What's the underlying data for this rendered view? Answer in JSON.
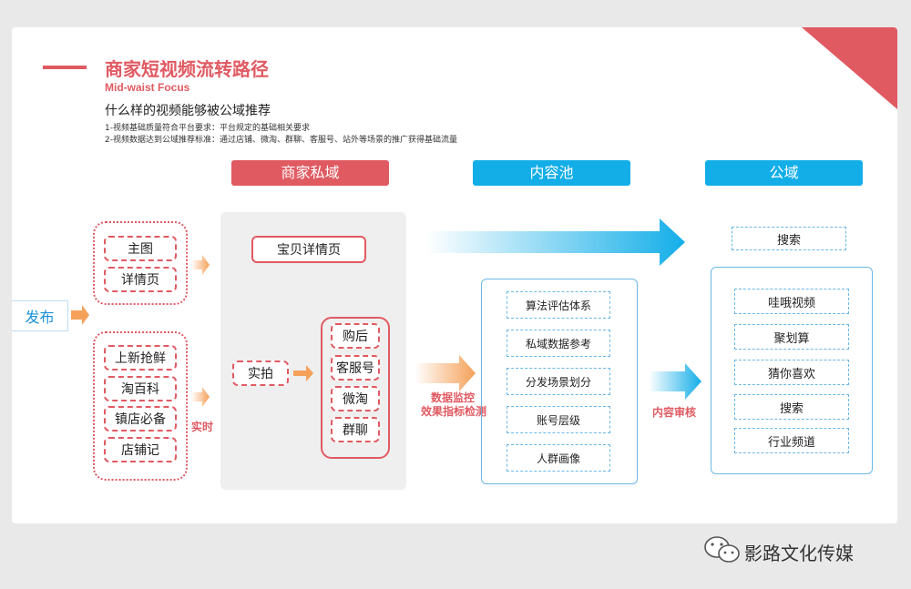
{
  "header": {
    "title": "商家短视频流转路径",
    "subtitle": "Mid-waist Focus",
    "question": "什么样的视频能够被公域推荐",
    "notes": [
      "1-视频基础质量符合平台要求：平台规定的基础相关要求",
      "2-视频数据达到公域推荐标准：通过店铺、微淘、群聊、客服号、站外等场景的推广获得基础流量"
    ]
  },
  "sections": {
    "private": "商家私域",
    "pool": "内容池",
    "public": "公域"
  },
  "publish": "发布",
  "left_group_1": [
    "主图",
    "详情页"
  ],
  "left_group_2": [
    "上新抢鲜",
    "淘百科",
    "镇店必备",
    "店铺记"
  ],
  "realtime_label": "实时",
  "private_domain": {
    "top_item": "宝贝详情页",
    "shoot": "实拍",
    "channels": [
      "购后",
      "客服号",
      "微淘",
      "群聊"
    ]
  },
  "monitor_label": [
    "数据监控",
    "效果指标检测"
  ],
  "pool_items": [
    "算法评估体系",
    "私域数据参考",
    "分发场景划分",
    "账号层级",
    "人群画像"
  ],
  "review_label": "内容审核",
  "public_top": "搜索",
  "public_items": [
    "哇哦视频",
    "聚划算",
    "猜你喜欢",
    "搜索",
    "行业频道"
  ],
  "watermark": "影路文化传媒",
  "colors": {
    "red": "#e05a62",
    "blue": "#13aee8",
    "orange": "#f5a15a"
  }
}
